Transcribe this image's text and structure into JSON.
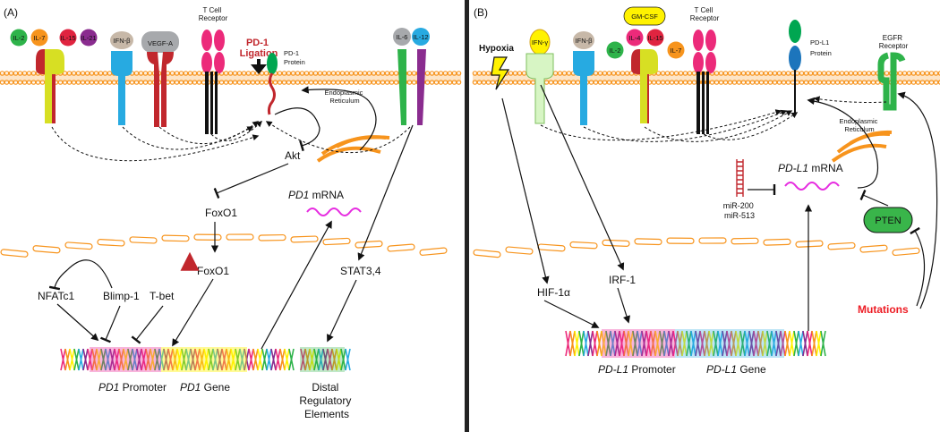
{
  "panel_a": {
    "label": "(A)",
    "receptor_labels": {
      "il2": "IL-2",
      "il7": "IL-7",
      "il15": "IL-15",
      "il21": "IL-21",
      "ifnb": "IFN-β",
      "vegfa": "VEGF-A",
      "tcr": "T Cell\nReceptor",
      "il6": "IL-6",
      "il12": "IL-12"
    },
    "pd1_ligation": "PD-1\nLigation",
    "pd1_protein": "PD-1\nProtein",
    "er": "Endoplasmic\nReticulum",
    "akt": "Akt",
    "foxo1": "FoxO1",
    "foxo1_up": "FoxO1",
    "mrna_italic": "PD1",
    "mrna_rest": " mRNA",
    "nfatc1": "NFATc1",
    "blimp1": "Blimp-1",
    "tbet": "T-bet",
    "stat": "STAT3,4",
    "promoter_italic": "PD1",
    "promoter_rest": " Promoter",
    "gene_italic": "PD1",
    "gene_rest": " Gene",
    "distal": "Distal\nRegulatory\nElements"
  },
  "panel_b": {
    "label": "(B)",
    "hypoxia": "Hypoxia",
    "receptor_labels": {
      "ifng": "IFN-γ",
      "ifnb": "IFN-β",
      "gmcsf": "GM-CSF",
      "il4": "IL-4",
      "il15": "IL-15",
      "il2": "IL-2",
      "il7": "IL-7",
      "tcr": "T Cell\nReceptor",
      "egfr": "EGFR\nReceptor"
    },
    "pdl1_protein": "PD-L1\nProtein",
    "er": "Endoplasmic\nReticulum",
    "mrna_italic": "PD-L1",
    "mrna_rest": " mRNA",
    "mirna": "miR-200\nmiR-513",
    "pten": "PTEN",
    "hif": "HIF-1α",
    "irf": "IRF-1",
    "mutations": "Mutations",
    "promoter_italic": "PD-L1",
    "promoter_rest": " Promoter",
    "gene_italic": "PD-L1",
    "gene_rest": " Gene"
  },
  "colors": {
    "membrane": "#f7941d",
    "nucleus": "#f7941d",
    "il2": "#2eb34a",
    "il7": "#f7941d",
    "il15": "#e02440",
    "il21": "#8a2c8f",
    "ifnb": "#27aae1",
    "vegfa": "#c1272d",
    "tcr": "#ec2a7a",
    "il6": "#2eb34a",
    "il12": "#27aae1",
    "pd1": "#00a651",
    "pdl1_top": "#00a651",
    "pdl1_bottom": "#1c75bc",
    "ifng": "#d7f5c4",
    "gmcsf": "#fff200",
    "pten": "#39b54a",
    "inhibit_red": "#c1272d",
    "mutations": "#ed1c24",
    "mrna": "#e62de0"
  }
}
